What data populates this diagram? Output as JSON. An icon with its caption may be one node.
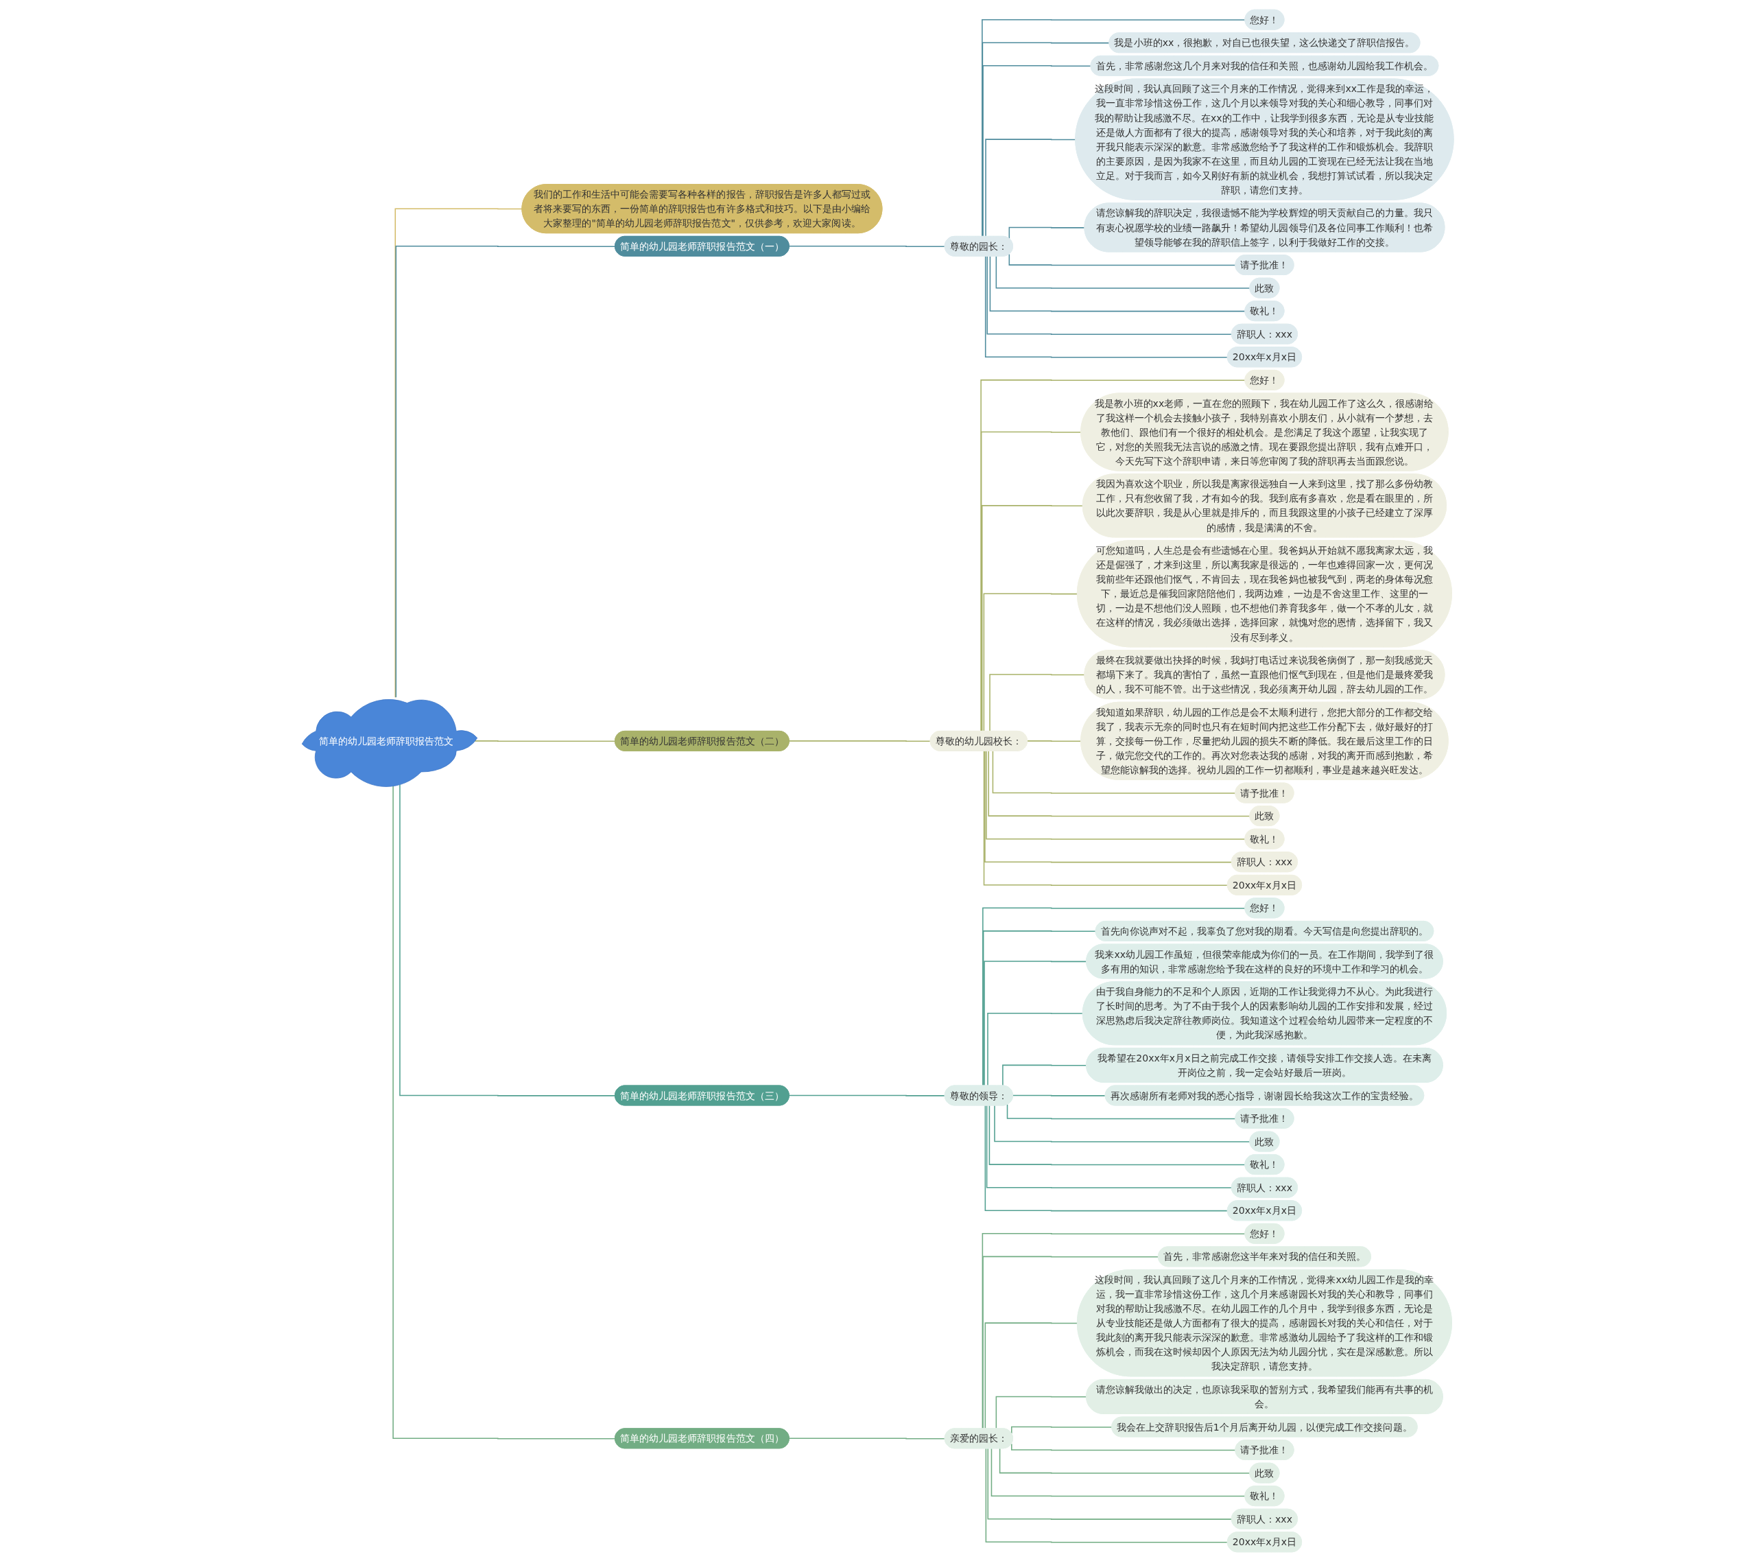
{
  "diagram": {
    "nodes": [
      {
        "text": [
          "简单的幼儿园老师辞职报告范文"
        ]
      },
      {
        "text": [
          "我们的工作和生活中可能会需要写各种各样的报告，辞职报告是许多人都写过或者将来要写的东西，一份简单的辞职报告也有许多格式和技巧。以下是由小编给大家整理的\"简单的幼儿园老师辞职报告范文\"，仅供参考，欢迎大家阅读。"
        ]
      },
      {
        "text": [
          "简单的幼儿园老师辞职报告范文（一）"
        ]
      },
      {
        "text": [
          "尊敬的园长："
        ]
      },
      {
        "text": [
          "您好！"
        ]
      },
      {
        "text": [
          "我是小班的xx，很抱歉，对自已也很失望，这么快递交了辞职信报告。"
        ]
      },
      {
        "text": [
          "首先，非常感谢您这几个月来对我的信任和关照，也感谢幼儿园给我工作机会。"
        ]
      },
      {
        "text": [
          "这段时间，我认真回顾了这三个月来的工作情况，觉得来到xx工作是我的幸运，我一直非常珍惜这份工作，这几个月以来领导对我的关心和细心教导，同事们对我的帮助让我感激不尽。在xx的工作中，让我学到很多东西，无论是从专业技能还是做人方面都有了很大的提高，感谢领导对我的关心和培养，对于我此刻的离开我只能表示深深的歉意。非常感激您给予了我这样的工作和锻炼机会。我辞职的主要原因，是因为我家不在这里，而且幼儿园的工资现在已经无法让我在当地立足。对于我而言，如今又刚好有新的就业机会，我想打算试试看，所以我决定辞职，请您们支持。"
        ]
      },
      {
        "text": [
          "请您谅解我的辞职决定，我很遗憾不能为学校辉煌的明天贡献自己的力量。我只有衷心祝愿学校的业绩一路飙升！希望幼儿园领导们及各位同事工作顺利！也希望领导能够在我的辞职信上签字，以利于我做好工作的交接。"
        ]
      },
      {
        "text": [
          "请予批准！"
        ]
      },
      {
        "text": [
          "此致"
        ]
      },
      {
        "text": [
          "敬礼！"
        ]
      },
      {
        "text": [
          "辞职人：xxx"
        ]
      },
      {
        "text": [
          "20xx年x月x日"
        ]
      },
      {
        "text": [
          "简单的幼儿园老师辞职报告范文（二）"
        ]
      },
      {
        "text": [
          "尊敬的幼儿园校长："
        ]
      },
      {
        "text": [
          "您好！"
        ]
      },
      {
        "text": [
          "我是教小班的xx老师，一直在您的照顾下，我在幼儿园工作了这么久，很感谢给了我这样一个机会去接触小孩子，我特别喜欢小朋友们，从小就有一个梦想，去教他们、跟他们有一个很好的相处机会。是您满足了我这个愿望，让我实现了它，对您的关照我无法言说的感激之情。现在要跟您提出辞职，我有点难开口，今天先写下这个辞职申请，来日等您审阅了我的辞职再去当面跟您说。"
        ]
      },
      {
        "text": [
          "我因为喜欢这个职业，所以我是离家很远独自一人来到这里，找了那么多份幼教工作，只有您收留了我，才有如今的我。我到底有多喜欢，您是看在眼里的，所以此次要辞职，我是从心里就是排斥的，而且我跟这里的小孩子已经建立了深厚的感情，我是满满的不舍。"
        ]
      },
      {
        "text": [
          "可您知道吗，人生总是会有些遗憾在心里。我爸妈从开始就不愿我离家太远，我还是倔强了，才来到这里，所以离我家是很远的，一年也难得回家一次，更何况我前些年还跟他们怄气，不肯回去，现在我爸妈也被我气到，两老的身体每况愈下，最近总是催我回家陪陪他们，我两边难，一边是不舍这里工作、这里的一切，一边是不想他们没人照顾，也不想他们养育我多年，做一个不孝的儿女，就在这样的情况，我必须做出选择，选择回家，就愧对您的恩情，选择留下，我又没有尽到孝义。"
        ]
      },
      {
        "text": [
          "最终在我就要做出抉择的时候，我妈打电话过来说我爸病倒了，那一刻我感觉天都塌下来了。我真的害怕了，虽然一直跟他们怄气到现在，但是他们是最疼爱我的人，我不可能不管。出于这些情况，我必须离开幼儿园，辞去幼儿园的工作。"
        ]
      },
      {
        "text": [
          "我知道如果辞职，幼儿园的工作总是会不太顺利进行，您把大部分的工作都交给我了，我表示无奈的同时也只有在短时间内把这些工作分配下去，做好最好的打算，交接每一份工作，尽量把幼儿园的损失不断的降低。我在最后这里工作的日子，做完您交代的工作的。再次对您表达我的感谢，对我的离开而感到抱歉，希望您能谅解我的选择。祝幼儿园的工作一切都顺利，事业是越来越兴旺发达。"
        ]
      },
      {
        "text": [
          "请予批准！"
        ]
      },
      {
        "text": [
          "此致"
        ]
      },
      {
        "text": [
          "敬礼！"
        ]
      },
      {
        "text": [
          "辞职人：xxx"
        ]
      },
      {
        "text": [
          "20xx年x月x日"
        ]
      },
      {
        "text": [
          "简单的幼儿园老师辞职报告范文（三）"
        ]
      },
      {
        "text": [
          "尊敬的领导："
        ]
      },
      {
        "text": [
          "您好！"
        ]
      },
      {
        "text": [
          "首先向你说声对不起，我辜负了您对我的期看。今天写信是向您提出辞职的。"
        ]
      },
      {
        "text": [
          "我来xx幼儿园工作虽短，但很荣幸能成为你们的一员。在工作期间，我学到了很多有用的知识，非常感谢您给予我在这样的良好的环境中工作和学习的机会。"
        ]
      },
      {
        "text": [
          "由于我自身能力的不足和个人原因，近期的工作让我觉得力不从心。为此我进行了长时间的思考。为了不由于我个人的因素影响幼儿园的工作安排和发展，经过深思熟虑后我决定辞往教师岗位。我知道这个过程会给幼儿园带来一定程度的不便，为此我深感抱歉。"
        ]
      },
      {
        "text": [
          "我希望在20xx年x月x日之前完成工作交接，请领导安排工作交接人选。在未离开岗位之前，我一定会站好最后一班岗。"
        ]
      },
      {
        "text": [
          "再次感谢所有老师对我的悉心指导，谢谢园长给我这次工作的宝贵经验。"
        ]
      },
      {
        "text": [
          "请予批准！"
        ]
      },
      {
        "text": [
          "此致"
        ]
      },
      {
        "text": [
          "敬礼！"
        ]
      },
      {
        "text": [
          "辞职人：xxx"
        ]
      },
      {
        "text": [
          "20xx年x月x日"
        ]
      },
      {
        "text": [
          "简单的幼儿园老师辞职报告范文（四）"
        ]
      },
      {
        "text": [
          "亲爱的园长："
        ]
      },
      {
        "text": [
          "您好！"
        ]
      },
      {
        "text": [
          "首先，非常感谢您这半年来对我的信任和关照。"
        ]
      },
      {
        "text": [
          "这段时间，我认真回顾了这几个月来的工作情况，觉得来xx幼儿园工作是我的幸运，我一直非常珍惜这份工作，这几个月来感谢园长对我的关心和教导，同事们对我的帮助让我感激不尽。在幼儿园工作的几个月中，我学到很多东西，无论是从专业技能还是做人方面都有了很大的提高，感谢园长对我的关心和信任，对于我此刻的离开我只能表示深深的歉意。非常感激幼儿园给予了我这样的工作和锻炼机会，而我在这时候却因个人原因无法为幼儿园分忧，实在是深感歉意。所以我决定辞职，请您支持。"
        ]
      },
      {
        "text": [
          "请您谅解我做出的决定，也原谅我采取的暂别方式，我希望我们能再有共事的机会。"
        ]
      },
      {
        "text": [
          "我会在上交辞职报告后1个月后离开幼儿园，以便完成工作交接问题。"
        ]
      },
      {
        "text": [
          "请予批准！"
        ]
      },
      {
        "text": [
          "此致"
        ]
      },
      {
        "text": [
          "敬礼！"
        ]
      },
      {
        "text": [
          "辞职人：xxx"
        ]
      },
      {
        "text": [
          "20xx年x月x日"
        ]
      }
    ],
    "edges": [
      {
        "from": 0,
        "to": 1,
        "arrow": "none",
        "color": "#d4bc6a"
      },
      {
        "from": 0,
        "to": 2,
        "arrow": "none",
        "color": "#4f8c9d"
      },
      {
        "from": 2,
        "to": 3,
        "arrow": "none",
        "color": "#4f8c9d"
      },
      {
        "from": 3,
        "to": 4,
        "arrow": "none",
        "color": "#4f8c9d"
      },
      {
        "from": 3,
        "to": 5,
        "arrow": "none",
        "color": "#4f8c9d"
      },
      {
        "from": 3,
        "to": 6,
        "arrow": "none",
        "color": "#4f8c9d"
      },
      {
        "from": 3,
        "to": 7,
        "arrow": "none",
        "color": "#4f8c9d"
      },
      {
        "from": 3,
        "to": 8,
        "arrow": "none",
        "color": "#4f8c9d"
      },
      {
        "from": 3,
        "to": 9,
        "arrow": "none",
        "color": "#4f8c9d"
      },
      {
        "from": 3,
        "to": 10,
        "arrow": "none",
        "color": "#4f8c9d"
      },
      {
        "from": 3,
        "to": 11,
        "arrow": "none",
        "color": "#4f8c9d"
      },
      {
        "from": 3,
        "to": 12,
        "arrow": "none",
        "color": "#4f8c9d"
      },
      {
        "from": 3,
        "to": 13,
        "arrow": "none",
        "color": "#4f8c9d"
      },
      {
        "from": 0,
        "to": 14,
        "arrow": "none",
        "color": "#a9b26a"
      },
      {
        "from": 14,
        "to": 15,
        "arrow": "none",
        "color": "#a9b26a"
      },
      {
        "from": 15,
        "to": 16,
        "arrow": "none",
        "color": "#a9b26a"
      },
      {
        "from": 15,
        "to": 17,
        "arrow": "none",
        "color": "#a9b26a"
      },
      {
        "from": 15,
        "to": 18,
        "arrow": "none",
        "color": "#a9b26a"
      },
      {
        "from": 15,
        "to": 19,
        "arrow": "none",
        "color": "#a9b26a"
      },
      {
        "from": 15,
        "to": 20,
        "arrow": "none",
        "color": "#a9b26a"
      },
      {
        "from": 15,
        "to": 21,
        "arrow": "none",
        "color": "#a9b26a"
      },
      {
        "from": 15,
        "to": 22,
        "arrow": "none",
        "color": "#a9b26a"
      },
      {
        "from": 15,
        "to": 23,
        "arrow": "none",
        "color": "#a9b26a"
      },
      {
        "from": 15,
        "to": 24,
        "arrow": "none",
        "color": "#a9b26a"
      },
      {
        "from": 15,
        "to": 25,
        "arrow": "none",
        "color": "#a9b26a"
      },
      {
        "from": 15,
        "to": 26,
        "arrow": "none",
        "color": "#a9b26a"
      },
      {
        "from": 0,
        "to": 27,
        "arrow": "none",
        "color": "#52a091"
      },
      {
        "from": 27,
        "to": 28,
        "arrow": "none",
        "color": "#52a091"
      },
      {
        "from": 28,
        "to": 29,
        "arrow": "none",
        "color": "#52a091"
      },
      {
        "from": 28,
        "to": 30,
        "arrow": "none",
        "color": "#52a091"
      },
      {
        "from": 28,
        "to": 31,
        "arrow": "none",
        "color": "#52a091"
      },
      {
        "from": 28,
        "to": 32,
        "arrow": "none",
        "color": "#52a091"
      },
      {
        "from": 28,
        "to": 33,
        "arrow": "none",
        "color": "#52a091"
      },
      {
        "from": 28,
        "to": 34,
        "arrow": "none",
        "color": "#52a091"
      },
      {
        "from": 28,
        "to": 35,
        "arrow": "none",
        "color": "#52a091"
      },
      {
        "from": 28,
        "to": 36,
        "arrow": "none",
        "color": "#52a091"
      },
      {
        "from": 28,
        "to": 37,
        "arrow": "none",
        "color": "#52a091"
      },
      {
        "from": 28,
        "to": 38,
        "arrow": "none",
        "color": "#52a091"
      },
      {
        "from": 28,
        "to": 39,
        "arrow": "none",
        "color": "#52a091"
      },
      {
        "from": 0,
        "to": 40,
        "arrow": "none",
        "color": "#72ad84"
      },
      {
        "from": 40,
        "to": 41,
        "arrow": "none",
        "color": "#72ad84"
      },
      {
        "from": 41,
        "to": 42,
        "arrow": "none",
        "color": "#72ad84"
      },
      {
        "from": 41,
        "to": 43,
        "arrow": "none",
        "color": "#72ad84"
      },
      {
        "from": 41,
        "to": 44,
        "arrow": "none",
        "color": "#72ad84"
      },
      {
        "from": 41,
        "to": 45,
        "arrow": "none",
        "color": "#72ad84"
      },
      {
        "from": 41,
        "to": 46,
        "arrow": "none",
        "color": "#72ad84"
      },
      {
        "from": 41,
        "to": 47,
        "arrow": "none",
        "color": "#72ad84"
      },
      {
        "from": 41,
        "to": 48,
        "arrow": "none",
        "color": "#72ad84"
      },
      {
        "from": 41,
        "to": 49,
        "arrow": "none",
        "color": "#72ad84"
      },
      {
        "from": 41,
        "to": 50,
        "arrow": "none",
        "color": "#72ad84"
      },
      {
        "from": 41,
        "to": 51,
        "arrow": "none",
        "color": "#72ad84"
      }
    ]
  }
}
